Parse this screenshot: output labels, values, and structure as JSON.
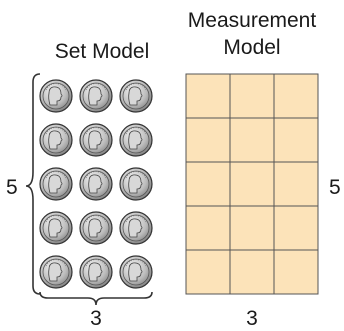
{
  "set_model": {
    "title": "Set Model",
    "rows": 5,
    "columns": 3,
    "row_count_label": "5",
    "column_count_label": "3",
    "item_icon": "coin-icon"
  },
  "measurement_model": {
    "title_line1": "Measurement",
    "title_line2": "Model",
    "rows": 5,
    "columns": 3,
    "row_count_label": "5",
    "column_count_label": "3",
    "cell_color": "#fce3b9",
    "grid_color": "#555555"
  }
}
